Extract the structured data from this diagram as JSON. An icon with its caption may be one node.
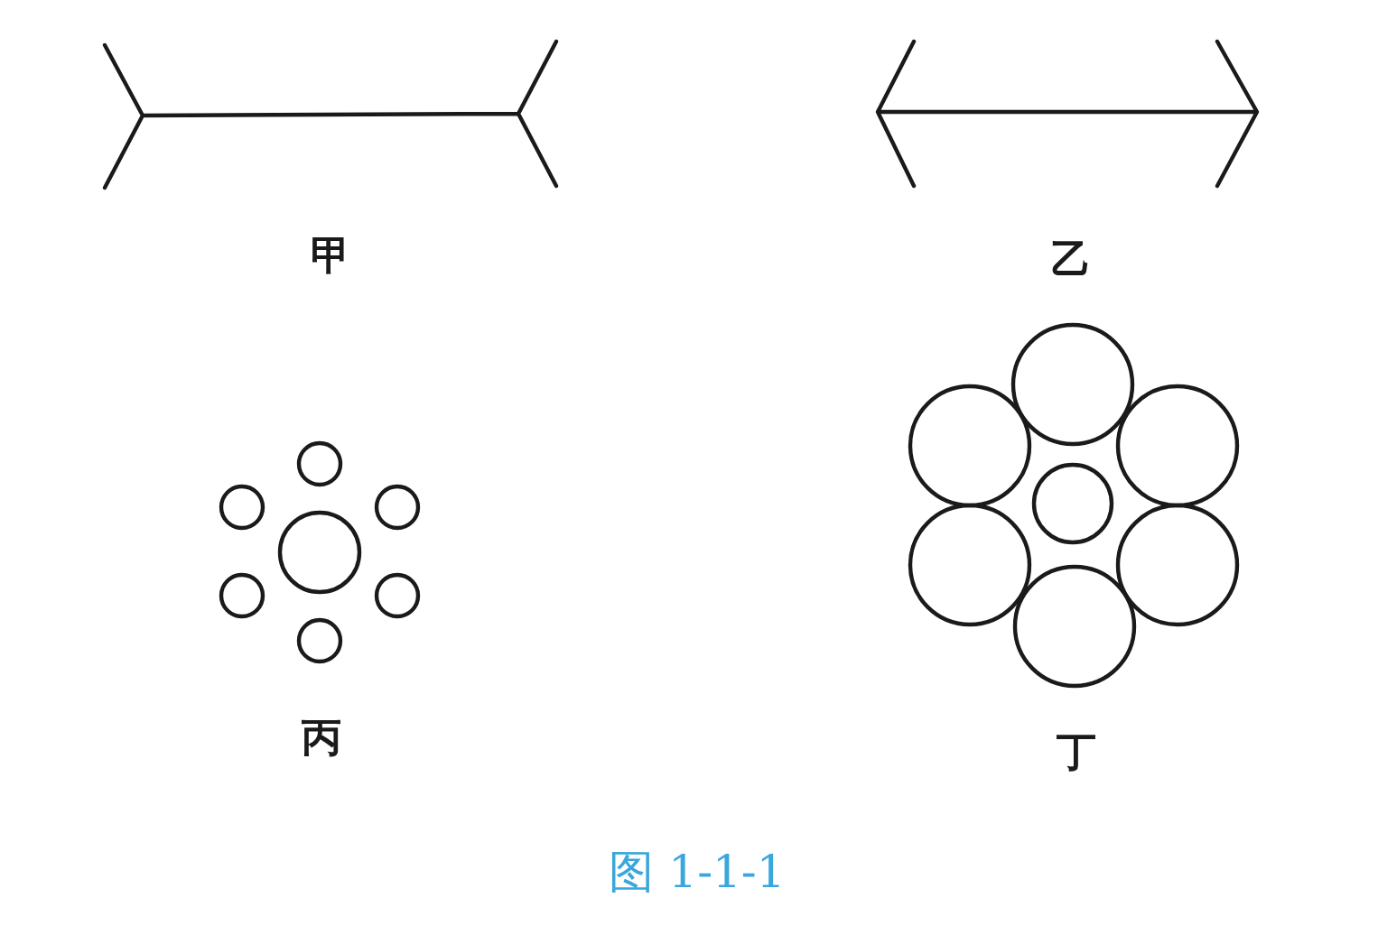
{
  "diagram": {
    "caption": "图 1-1-1",
    "labels": [
      "甲",
      "乙",
      "丙",
      "丁"
    ]
  }
}
